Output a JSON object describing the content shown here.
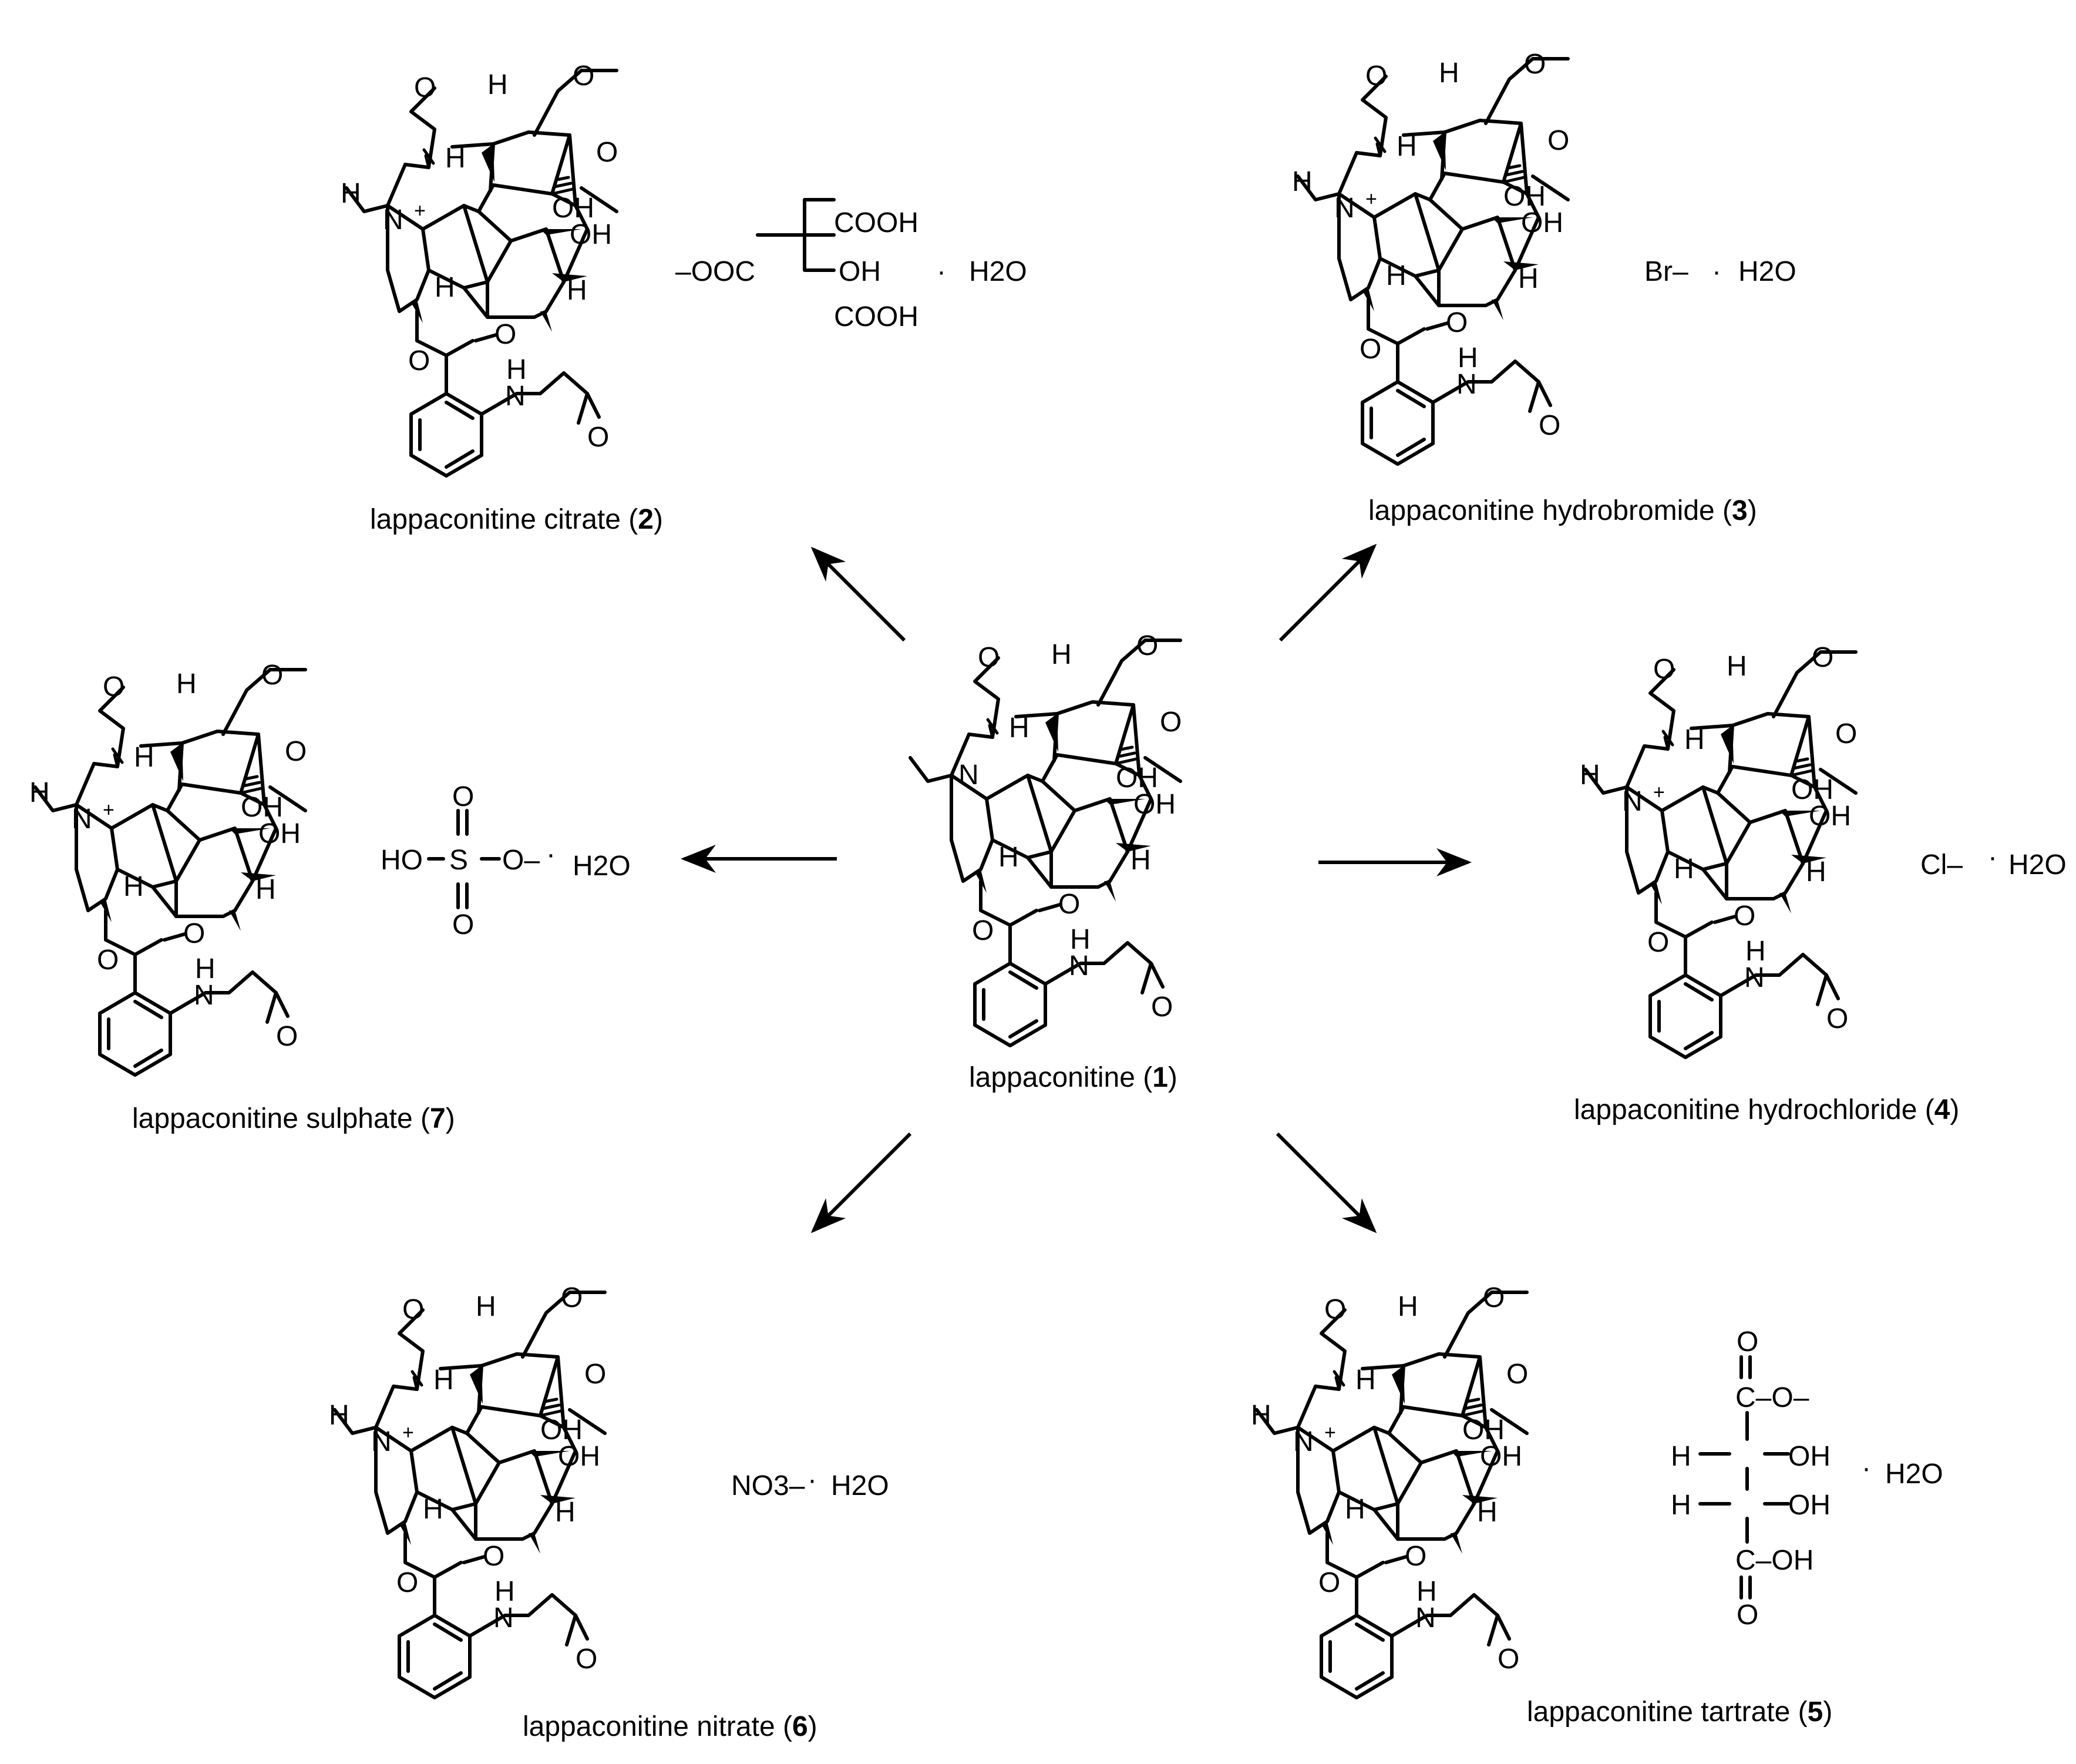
{
  "compounds": [
    {
      "id": "c1",
      "name": "lappaconitine",
      "number": "1",
      "counterion": [],
      "hydrate": ""
    },
    {
      "id": "c2",
      "name": "lappaconitine citrate",
      "number": "2",
      "counterion": [
        "COOH",
        "–OOC",
        "OH",
        "COOH"
      ],
      "hydrate": "H2O"
    },
    {
      "id": "c3",
      "name": "lappaconitine hydrobromide",
      "number": "3",
      "counterion": [
        "Br–"
      ],
      "hydrate": "H2O"
    },
    {
      "id": "c4",
      "name": "lappaconitine hydrochloride",
      "number": "4",
      "counterion": [
        "Cl–"
      ],
      "hydrate": "H2O"
    },
    {
      "id": "c5",
      "name": "lappaconitine tartrate",
      "number": "5",
      "counterion": [
        "O",
        "C–O–",
        "H",
        "OH",
        "H",
        "OH",
        "C–OH",
        "O"
      ],
      "hydrate": "H2O"
    },
    {
      "id": "c6",
      "name": "lappaconitine nitrate",
      "number": "6",
      "counterion": [
        "NO3–"
      ],
      "hydrate": "H2O"
    },
    {
      "id": "c7",
      "name": "lappaconitine sulphate",
      "number": "7",
      "counterion": [
        "HO",
        "S",
        "O–",
        "O",
        "O"
      ],
      "hydrate": "H2O"
    }
  ],
  "skeleton_labels": {
    "methoxy_o": "O",
    "hydroxyl": "OH",
    "hydrogen": "H",
    "nitrogen": "N",
    "ammonium": "N",
    "plus": "+",
    "ester_o": "O",
    "carbonyl_o": "O",
    "amide_nh": "N",
    "amide_h": "H",
    "amide_o": "O",
    "dot": "·"
  },
  "arrows": [
    {
      "from": "1",
      "to": "2"
    },
    {
      "from": "1",
      "to": "3"
    },
    {
      "from": "1",
      "to": "7"
    },
    {
      "from": "1",
      "to": "4"
    },
    {
      "from": "1",
      "to": "6"
    },
    {
      "from": "1",
      "to": "5"
    }
  ]
}
